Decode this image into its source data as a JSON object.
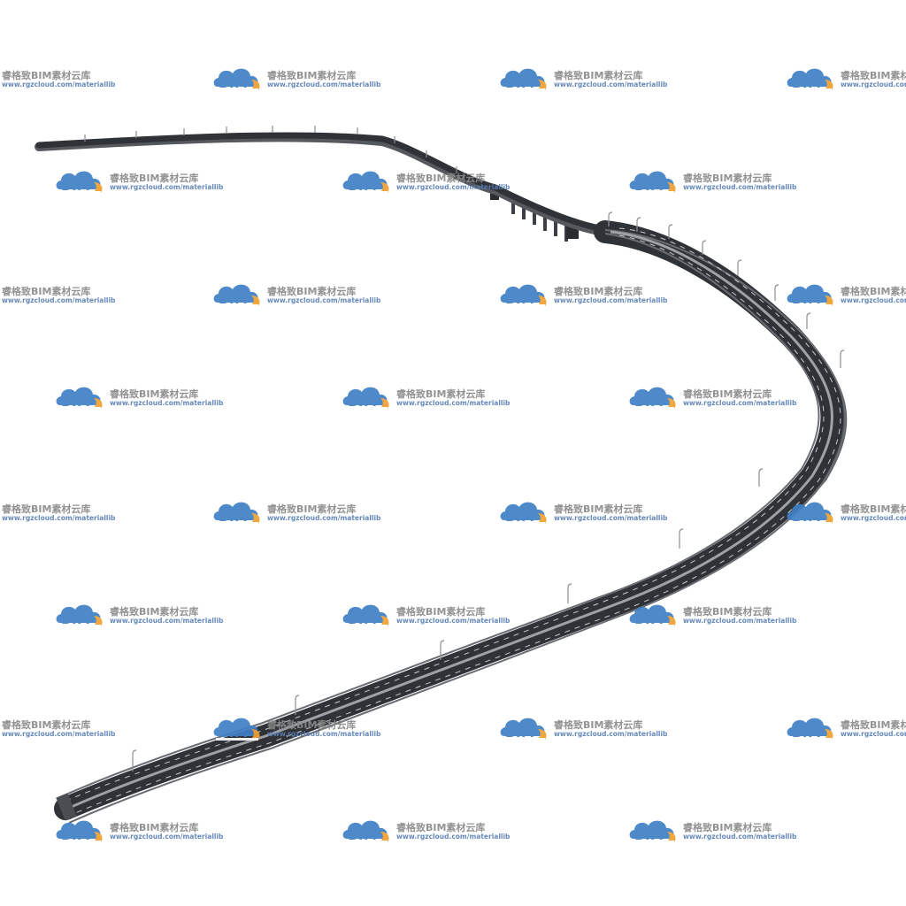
{
  "watermark": {
    "logo_text": "BIM",
    "brand_name": "睿格致BIM素材云库",
    "url": "www.rgzcloud.com/materiallib",
    "colors": {
      "cloud_blue": "#3f7fc6",
      "cloud_orange": "#f0a030",
      "name_gray": "#8a8a8a",
      "url_blue": "#5a7fb5"
    }
  },
  "model": {
    "subject": "elevated-highway-road-model",
    "colors": {
      "asphalt": "#2f3236",
      "edge": "#55585c",
      "lane_marking": "#c8c8c8",
      "pier": "#3c3f44",
      "lamp_post": "#8d8f93"
    }
  }
}
